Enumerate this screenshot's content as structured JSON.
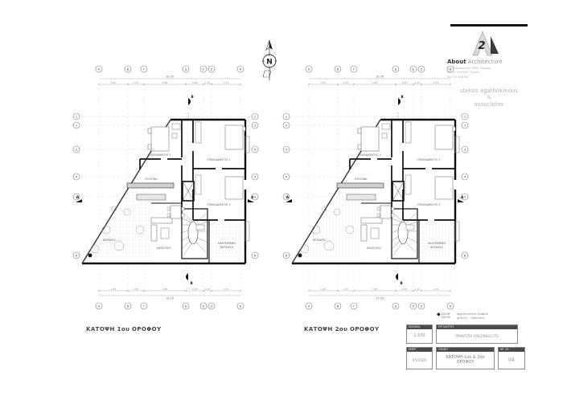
{
  "sheet": {
    "bg": "#ffffff",
    "line_color": "#1a1a1a",
    "grid_color": "#bbbbbb"
  },
  "north": {
    "label": "N"
  },
  "plans": {
    "captions": {
      "plan1": "ΚΑΤΟΨΗ 1ου ΟΡΟΦΟΥ",
      "plan2": "ΚΑΤΟΨΗ 2ου ΟΡΟΦΟΥ"
    },
    "grid_columns": [
      "A",
      "B",
      "Γ",
      "Δ",
      "E",
      "Z",
      "H"
    ],
    "grid_rows": [
      "1",
      "2",
      "3",
      "4",
      "5",
      "6"
    ],
    "dims": {
      "total": "16.56",
      "segments": [
        "2.95",
        "1.55",
        "3.98",
        "2.28",
        "1.10",
        "2.79"
      ]
    },
    "section_a": "A",
    "section_b": "B",
    "rooms": {
      "r1": "ΥΠΝΟΔΩΜΑΤΙΟ 1",
      "r2": "ΥΠΝΟΔΩΜΑΤΙΟ 2",
      "r3": "ΥΠΝΟΔΩΜΑΤΙΟ 3",
      "kitchen": "ΚΟΥΖΙΝΑ",
      "living": "ΚΑΘΙΣΤΙΚΟ",
      "veranda": "ΒΕΡΑΝΤΑ",
      "covered1": "ΚΑΛΥΜΜΕΝΗ",
      "covered2": "ΒΕΡΑΝΤΑ"
    }
  },
  "logo": {
    "mark_numeral": "2",
    "name_bold": "About",
    "name_light": " Architecture",
    "address1": "1,5 Makariou Av. 1065, Nicosia",
    "address2": "tel. 22 456789, Cyprus",
    "address3": "fax. 22 456780",
    "firm_name": "stelios agathokleous",
    "firm_amp": "&",
    "firm_assoc": "associates"
  },
  "titleblock": {
    "stamp": {
      "mark": "◆",
      "code1": "100.ΑΥ",
      "code2": "100.00",
      "line1": "αρχιτεκτονικό γραφείο",
      "line2": "μελέτες - επιβλέψεις"
    },
    "scale_label": "ΚΛΙΜΑΚΑ",
    "scale_value": "1:100",
    "client_label": "ΕΡΓΟΔΟΤΗΣ",
    "client_value": "PRAKTITIA HOLDINGS LTD",
    "date_label": "ΗΜΕΡ.",
    "date_value": "05/2020",
    "title_label": "ΣΧΕΔΙΟ",
    "title_value": "ΚΑΤΟΨΗ 1ου & 2ου ΟΡΟΦΟΥ",
    "number_label": "ΑΡ. ΣΧ.",
    "number_value": "04"
  }
}
